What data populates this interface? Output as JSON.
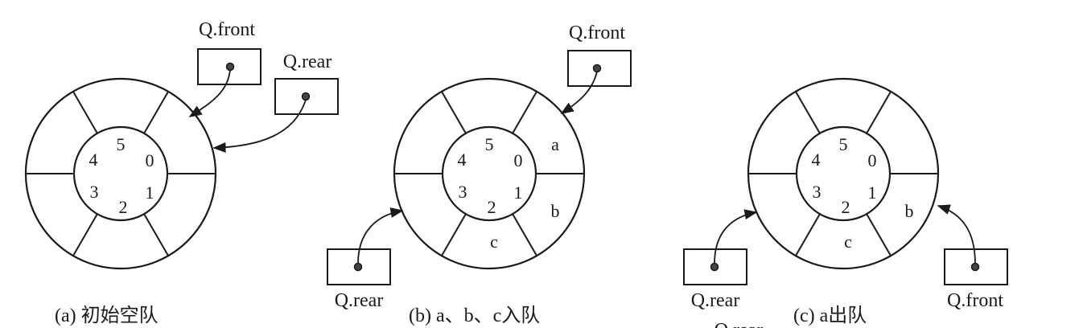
{
  "diagram": {
    "panel_a": {
      "indices": [
        "5",
        "0",
        "1",
        "2",
        "3",
        "4"
      ],
      "front_label": "Q.front",
      "rear_label": "Q.rear",
      "caption": "(a) 初始空队"
    },
    "panel_b": {
      "indices": [
        "5",
        "0",
        "1",
        "2",
        "3",
        "4"
      ],
      "elements": [
        "a",
        "b",
        "c"
      ],
      "front_label": "Q.front",
      "rear_label": "Q.rear",
      "caption": "(b) a、b、c入队"
    },
    "panel_c": {
      "indices": [
        "5",
        "0",
        "1",
        "2",
        "3",
        "4"
      ],
      "elements": [
        "b",
        "c"
      ],
      "rear_label": "Q.rear",
      "front_label": "Q.front",
      "caption": "(c) a出队",
      "cropped_label": "Q.rear"
    }
  }
}
